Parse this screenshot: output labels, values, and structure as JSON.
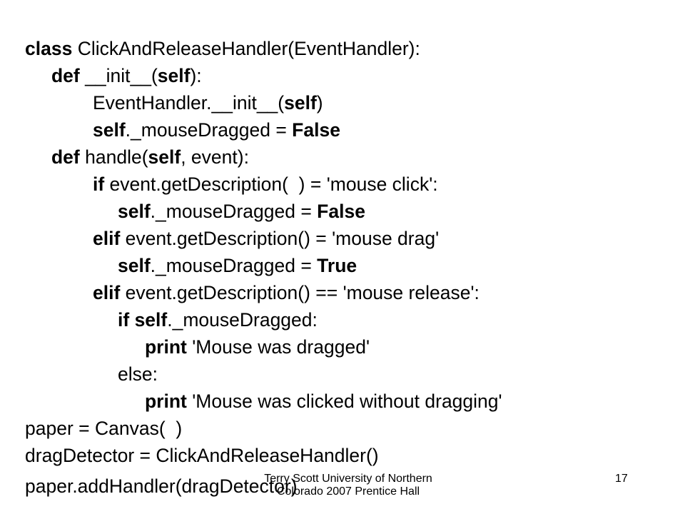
{
  "code": {
    "lines": [
      [
        {
          "t": "class",
          "b": true
        },
        {
          "t": " ClickAndReleaseHandler(EventHandler):",
          "b": false
        }
      ],
      [
        {
          "t": "def",
          "b": true
        },
        {
          "t": " __init__(",
          "b": false
        },
        {
          "t": "self",
          "b": true
        },
        {
          "t": "):",
          "b": false
        }
      ],
      [
        {
          "t": "EventHandler.__init__(",
          "b": false
        },
        {
          "t": "self",
          "b": true
        },
        {
          "t": ")",
          "b": false
        }
      ],
      [
        {
          "t": "self",
          "b": true
        },
        {
          "t": "._mouseDragged = ",
          "b": false
        },
        {
          "t": "False",
          "b": true
        }
      ],
      [
        {
          "t": "def",
          "b": true
        },
        {
          "t": " handle(",
          "b": false
        },
        {
          "t": "self",
          "b": true
        },
        {
          "t": ", event):",
          "b": false
        }
      ],
      [
        {
          "t": "if",
          "b": true
        },
        {
          "t": " event.getDescription(  ) = 'mouse click':",
          "b": false
        }
      ],
      [
        {
          "t": "self",
          "b": true
        },
        {
          "t": "._mouseDragged = ",
          "b": false
        },
        {
          "t": "False",
          "b": true
        }
      ],
      [
        {
          "t": "elif",
          "b": true
        },
        {
          "t": " event.getDescription() = 'mouse drag'",
          "b": false
        }
      ],
      [
        {
          "t": "self",
          "b": true
        },
        {
          "t": "._mouseDragged = ",
          "b": false
        },
        {
          "t": "True",
          "b": true
        }
      ],
      [
        {
          "t": "elif",
          "b": true
        },
        {
          "t": " event.getDescription() == 'mouse release':",
          "b": false
        }
      ],
      [
        {
          "t": "if",
          "b": true
        },
        {
          "t": " ",
          "b": false
        },
        {
          "t": "self",
          "b": true
        },
        {
          "t": "._mouseDragged:",
          "b": false
        }
      ],
      [
        {
          "t": "print",
          "b": true
        },
        {
          "t": " 'Mouse was dragged'",
          "b": false
        }
      ],
      [
        {
          "t": "else:",
          "b": false
        }
      ],
      [
        {
          "t": "print",
          "b": true
        },
        {
          "t": " 'Mouse was clicked without dragging'",
          "b": false
        }
      ],
      [
        {
          "t": "paper = Canvas(  )",
          "b": false
        }
      ],
      [
        {
          "t": "dragDetector = ClickAndReleaseHandler()",
          "b": false
        }
      ],
      [
        {
          "t": "paper.addHandler(dragDetector)",
          "b": false
        }
      ]
    ]
  },
  "footer": {
    "credit": "Terry Scott University of Northern Colorado 2007 Prentice Hall",
    "credit_line1": "Terry Scott University of Northern",
    "credit_line2": "Colorado 2007 Prentice Hall",
    "page_number": "17"
  }
}
